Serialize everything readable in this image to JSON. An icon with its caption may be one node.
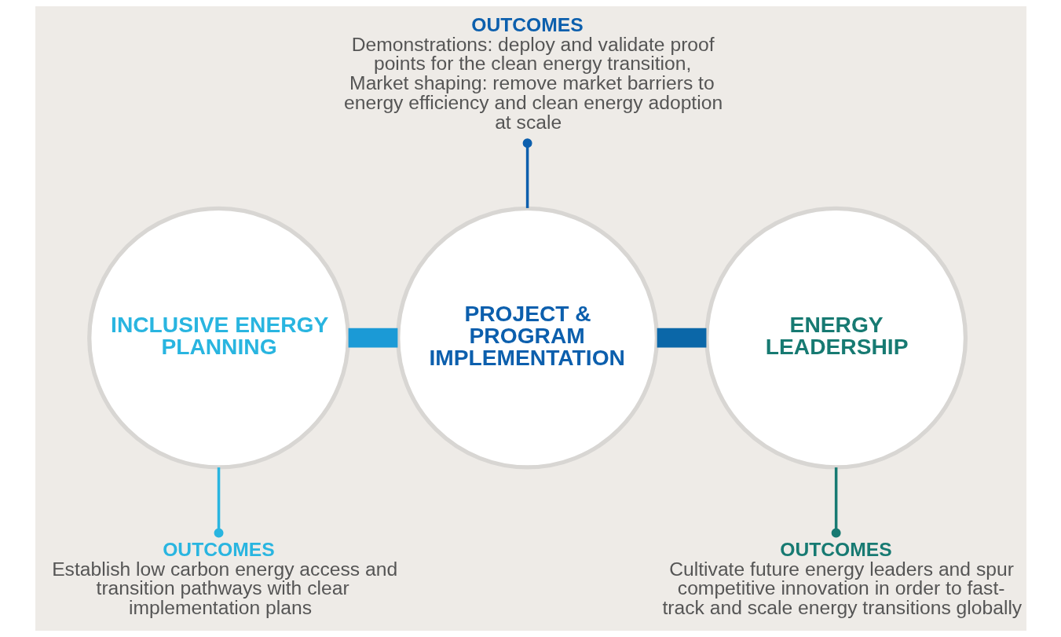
{
  "diagram": {
    "nodes": [
      {
        "text": [
          "OUTCOMES",
          "Demonstrations: deploy and validate proof points for the clean energy transition, Market shaping: remove market barriers to energy efficiency and clean energy adoption at scale"
        ]
      },
      {
        "text": [
          "INCLUSIVE ENERGY PLANNING"
        ]
      },
      {
        "text": [
          "PROJECT & PROGRAM IMPLEMENTATION"
        ]
      },
      {
        "text": [
          "ENERGY LEADERSHIP"
        ]
      },
      {
        "text": [
          "OUTCOMES",
          "Establish low carbon energy access and transition pathways with clear implementation plans"
        ]
      },
      {
        "text": [
          "OUTCOMES",
          "Cultivate future energy leaders and spur competitive innovation in order to fast-track and scale energy transitions globally"
        ]
      }
    ],
    "edges": [
      {
        "from": 1,
        "to": 2,
        "arrow": "none",
        "style": "thick",
        "color": "#1b9ad6"
      },
      {
        "from": 2,
        "to": 3,
        "arrow": "none",
        "style": "thick",
        "color": "#0b67a8"
      },
      {
        "from": 2,
        "to": 0,
        "arrow": "other",
        "color": "#0c5fad"
      },
      {
        "from": 1,
        "to": 4,
        "arrow": "other",
        "color": "#29b5e0"
      },
      {
        "from": 3,
        "to": 5,
        "arrow": "other",
        "color": "#177a72"
      }
    ]
  }
}
